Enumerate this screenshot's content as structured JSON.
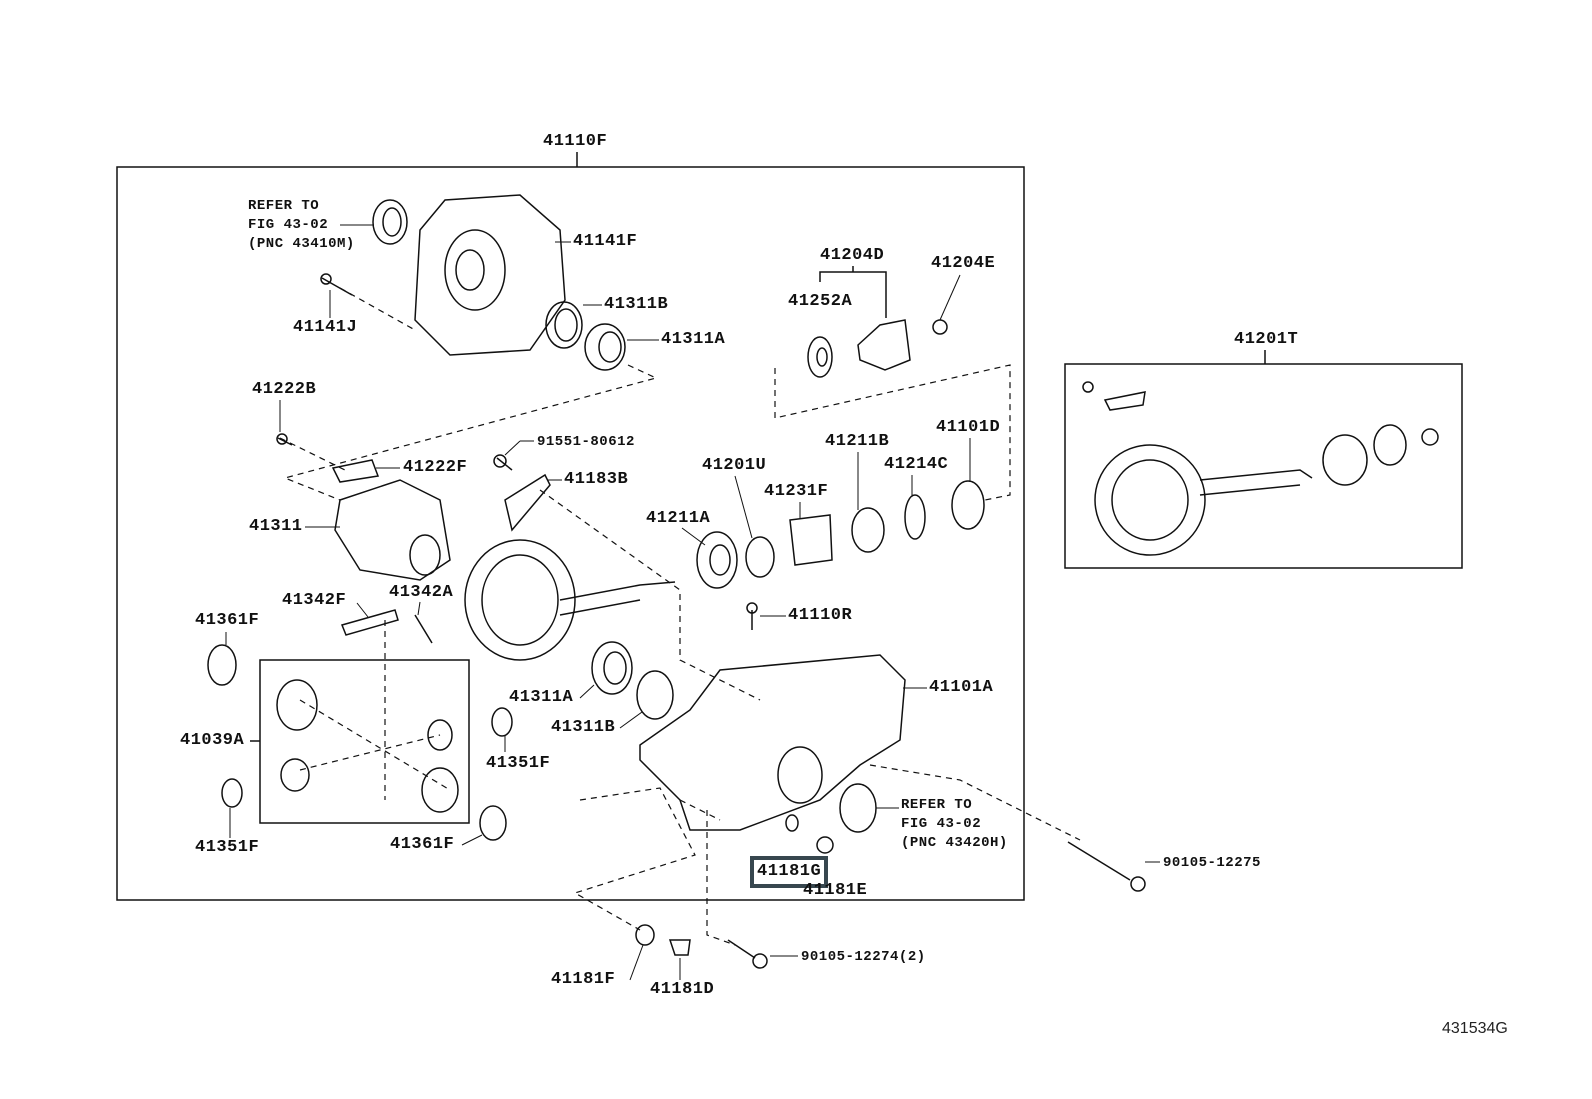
{
  "diagram": {
    "assembly_label": "41110F",
    "inset_label": "41201T",
    "subassembly_label": "41039A",
    "figure_code": "431534G",
    "highlighted_part": "41181G",
    "refer_notes": [
      {
        "line1": "REFER TO",
        "line2": "FIG 43-02",
        "line3": "(PNC 43410M)"
      },
      {
        "line1": "REFER TO",
        "line2": "FIG 43-02",
        "line3": "(PNC 43420H)"
      }
    ],
    "parts": {
      "p41141F": "41141F",
      "p41141J": "41141J",
      "p41311B_top": "41311B",
      "p41311A_top": "41311A",
      "p41204D": "41204D",
      "p41204E": "41204E",
      "p41252A": "41252A",
      "p41222B": "41222B",
      "p91551": "91551-80612",
      "p41222F": "41222F",
      "p41183B": "41183B",
      "p41201U": "41201U",
      "p41211B": "41211B",
      "p41101D": "41101D",
      "p41214C": "41214C",
      "p41231F": "41231F",
      "p41211A": "41211A",
      "p41311": "41311",
      "p41342F": "41342F",
      "p41342A": "41342A",
      "p41110R": "41110R",
      "p41361F_top": "41361F",
      "p41101A": "41101A",
      "p41311A_mid": "41311A",
      "p41311B_mid": "41311B",
      "p41351F_mid": "41351F",
      "p41351F_bot": "41351F",
      "p41361F_bot": "41361F",
      "p41181E": "41181E",
      "p90105_12275": "90105-12275",
      "p90105_12274": "90105-12274(2)",
      "p41181F": "41181F",
      "p41181D": "41181D"
    },
    "highlight_color": "#37474f"
  }
}
